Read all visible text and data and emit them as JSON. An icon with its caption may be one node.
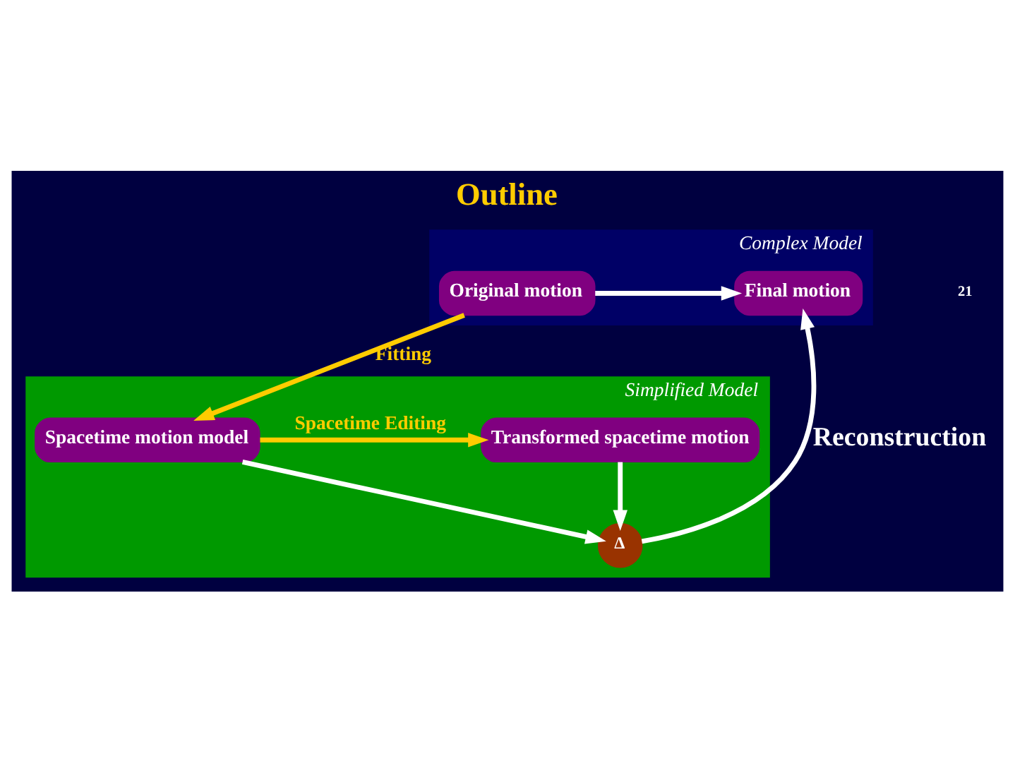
{
  "diagram": {
    "title": "Outline",
    "nodes": [
      {
        "text": [
          "Complex Model"
        ]
      },
      {
        "text": [
          "Original motion"
        ],
        "in": 0
      },
      {
        "text": [
          "Final motion"
        ],
        "in": 0
      },
      {
        "text": [
          "Simplified Model"
        ]
      },
      {
        "text": [
          "Δ"
        ],
        "in": 3
      },
      {
        "text": [
          "Spacetime motion model"
        ],
        "in": 3
      },
      {
        "text": [
          "Transformed spacetime motion"
        ],
        "in": 3
      }
    ],
    "edges": [
      {
        "from": 1,
        "to": 2,
        "arrow": "to"
      },
      {
        "from": 1,
        "to": 5,
        "arrow": "to",
        "label": "Fitting",
        "color": "#ffcc00"
      },
      {
        "from": 5,
        "to": 4,
        "arrow": "to"
      },
      {
        "from": 6,
        "to": 4,
        "arrow": "to"
      },
      {
        "from": 4,
        "to": 2,
        "arrow": "to",
        "label": "Reconstruction"
      },
      {
        "from": 5,
        "to": 6,
        "arrow": "to",
        "label": "Spacetime Editing",
        "color": "#ffcc00"
      }
    ],
    "labels": [
      "21"
    ]
  }
}
